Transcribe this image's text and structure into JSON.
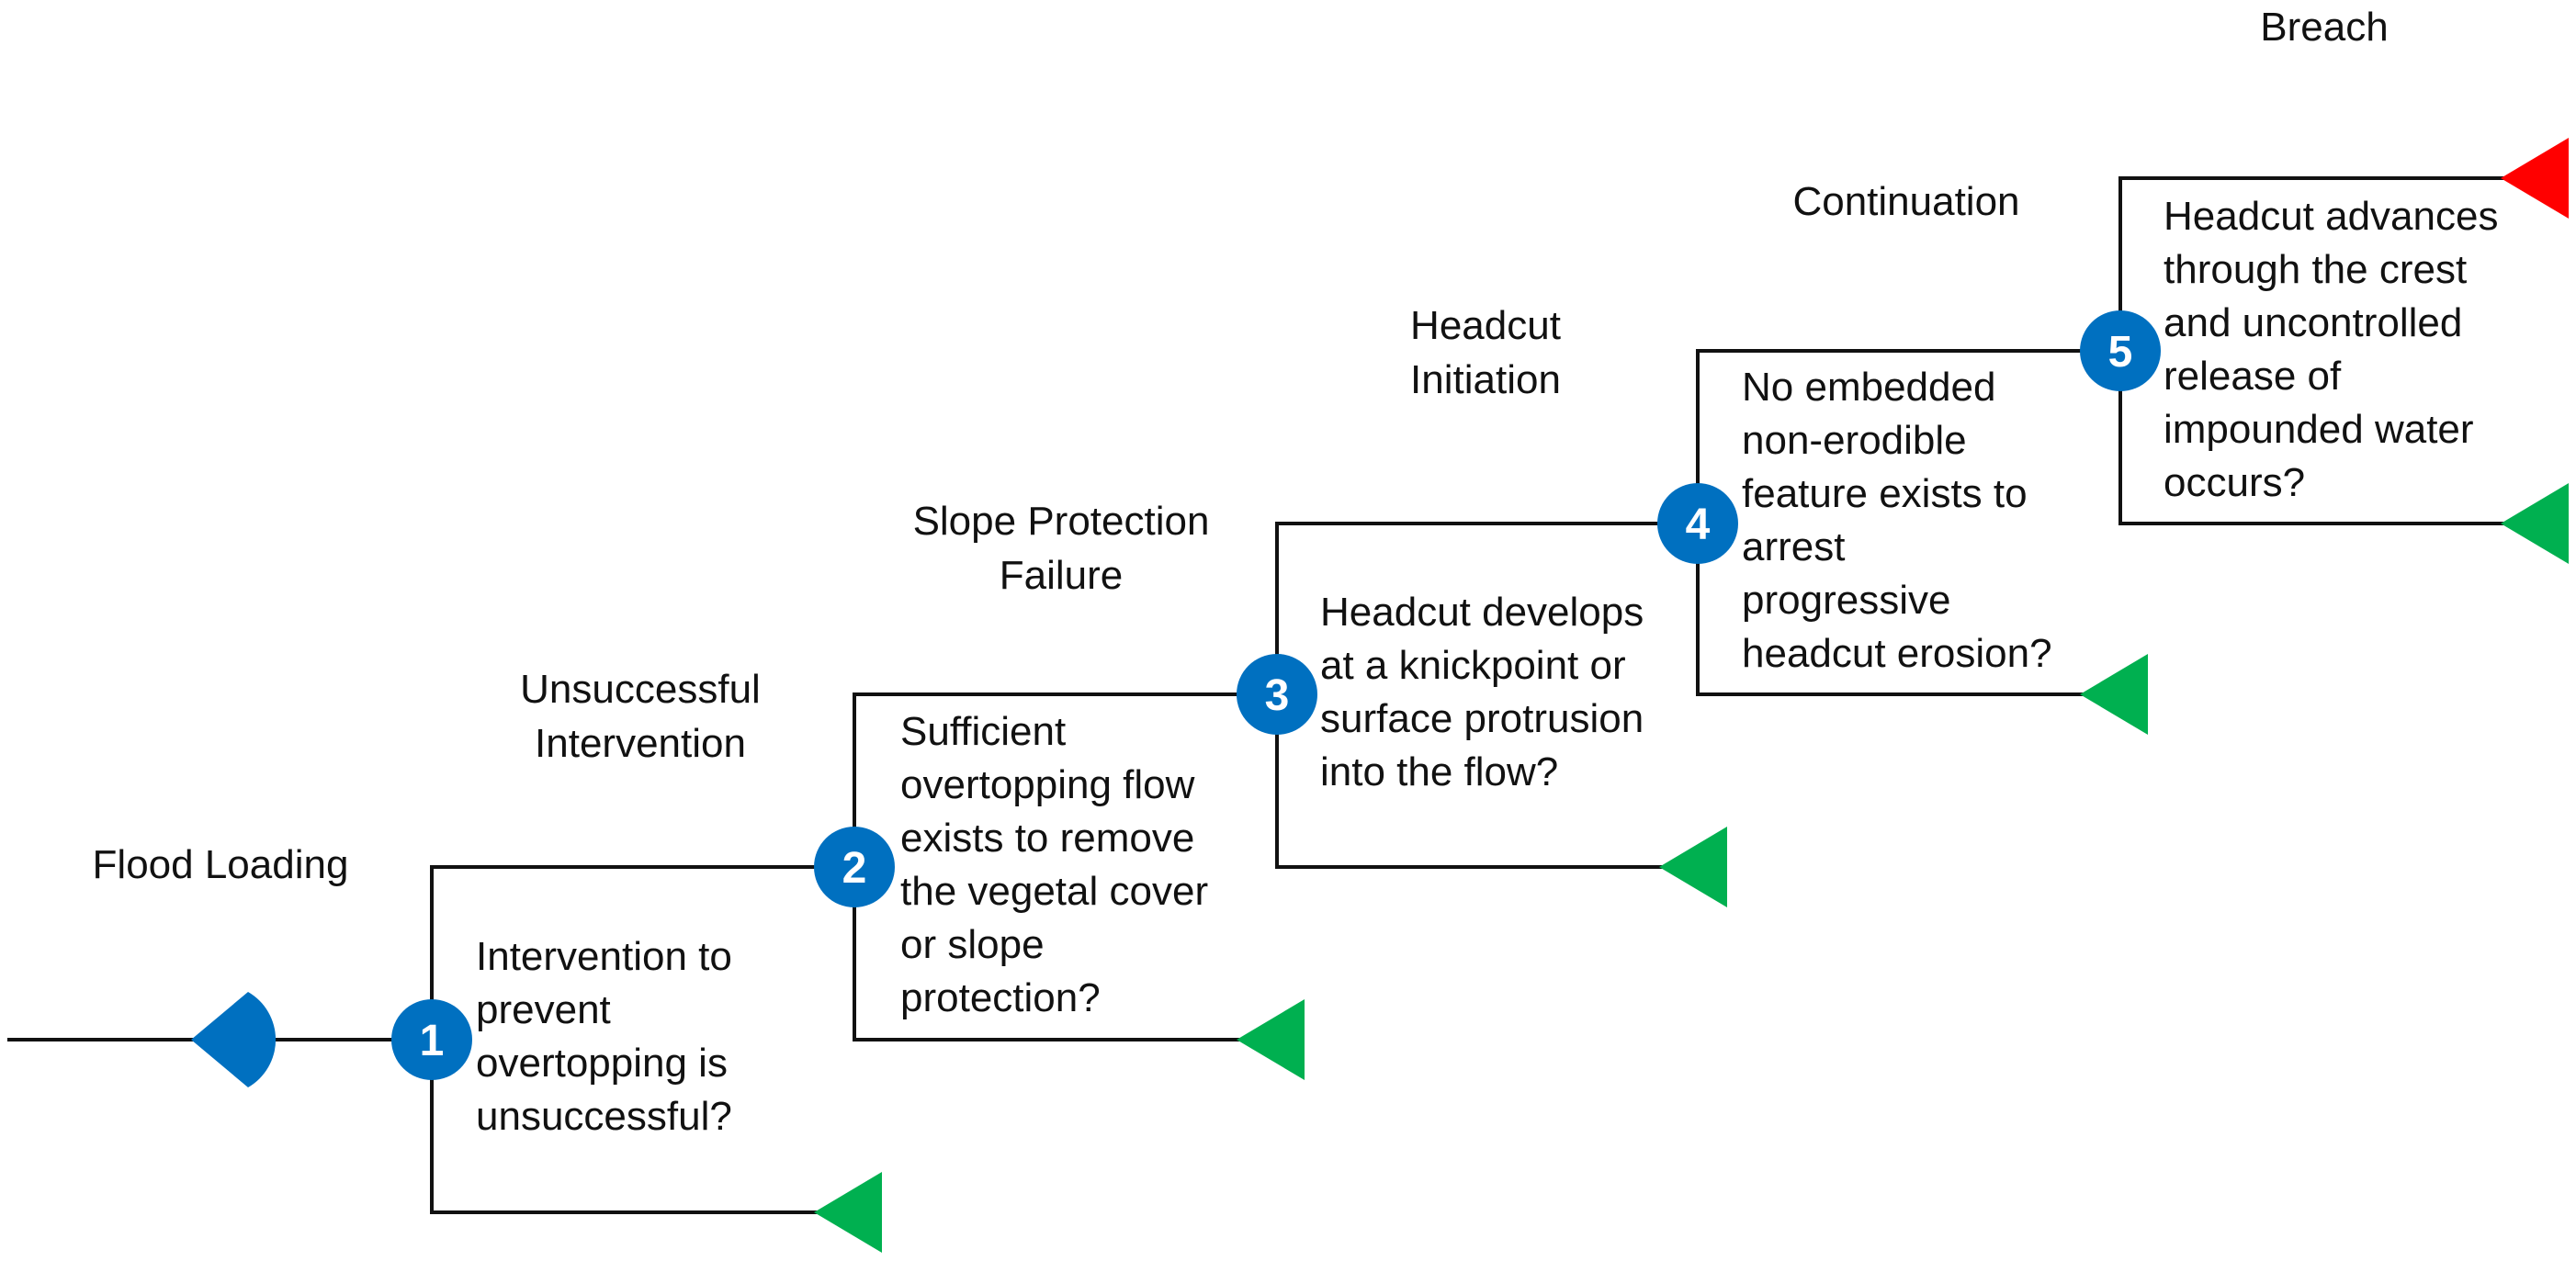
{
  "stages": [
    {
      "label": "Flood Loading"
    },
    {
      "label": "Unsuccessful\nIntervention"
    },
    {
      "label": "Slope Protection\nFailure"
    },
    {
      "label": "Headcut\nInitiation"
    },
    {
      "label": "Continuation"
    },
    {
      "label": "Breach"
    }
  ],
  "nodes": [
    {
      "number": "1",
      "text": "Intervention  to\nprevent\novertopping is\nunsuccessful?"
    },
    {
      "number": "2",
      "text": "Sufficient\novertopping flow\nexists to remove\nthe vegetal cover\nor slope\nprotection?"
    },
    {
      "number": "3",
      "text": "Headcut develops\nat a knickpoint or\nsurface protrusion\ninto the flow?"
    },
    {
      "number": "4",
      "text": "No embedded\nnon-erodible\nfeature exists to\narrest\nprogressive\nheadcut erosion?"
    },
    {
      "number": "5",
      "text": "Headcut advances\nthrough  the crest\nand uncontrolled\nrelease of\nimpounded water\noccurs?"
    }
  ],
  "colors": {
    "node_fill": "#0070C0",
    "initiating_event": "#0070C0",
    "success_branch": "#00B050",
    "failure_branch": "#FF0000",
    "line": "#111111"
  }
}
